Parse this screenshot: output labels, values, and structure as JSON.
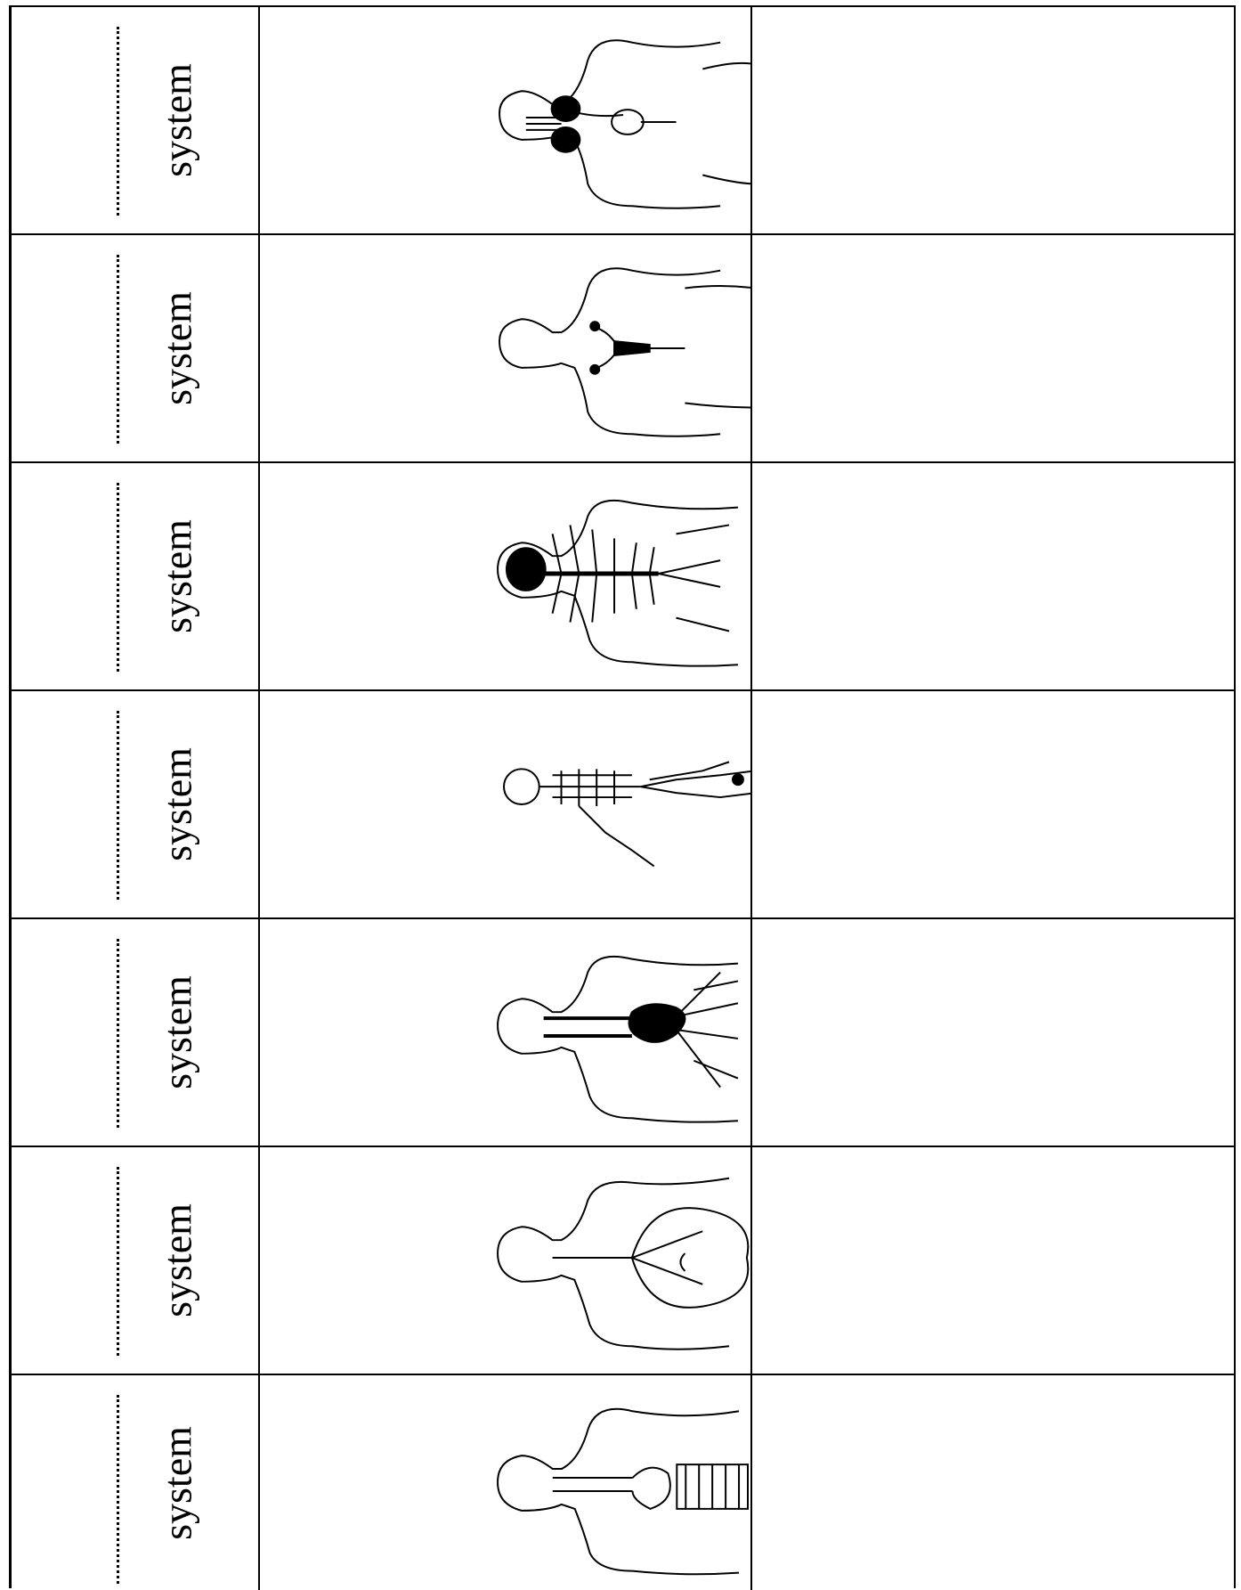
{
  "worksheet": {
    "rows": [
      {
        "id": "excretory",
        "label": "system",
        "icon": "kidneys-figure-icon"
      },
      {
        "id": "reproductive",
        "label": "system",
        "icon": "uterus-figure-icon"
      },
      {
        "id": "nervous",
        "label": "system",
        "icon": "brain-spinal-cord-figure-icon"
      },
      {
        "id": "skeletal",
        "label": "system",
        "icon": "skeleton-figure-icon"
      },
      {
        "id": "circulatory",
        "label": "system",
        "icon": "heart-vessels-figure-icon"
      },
      {
        "id": "respiratory",
        "label": "system",
        "icon": "lungs-figure-icon"
      },
      {
        "id": "digestive",
        "label": "system",
        "icon": "digestive-tract-figure-icon"
      }
    ]
  }
}
